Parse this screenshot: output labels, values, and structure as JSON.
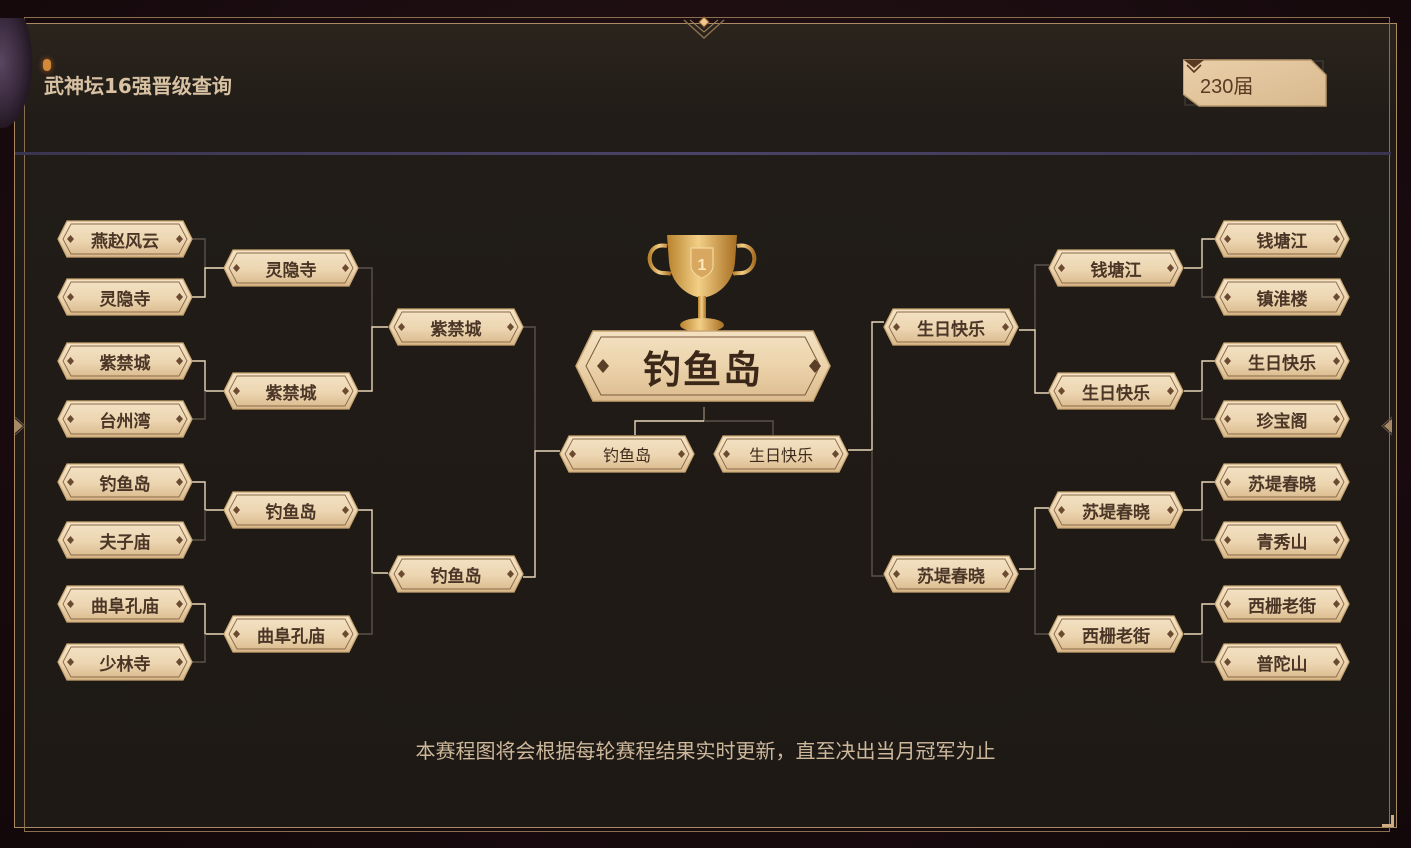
{
  "header": {
    "title": "武神坛16强晋级查询",
    "season_select": {
      "value": "230届",
      "icon": "chevron-down-icon"
    }
  },
  "colors": {
    "winner_line": "#e8d6b8",
    "loser_line": "#5a524a",
    "box_fill": "#efd9b6",
    "box_border": "#b08a5a",
    "text": "#4a3526"
  },
  "bracket": {
    "left": {
      "round16": [
        "燕赵风云",
        "灵隐寺",
        "紫禁城",
        "台州湾",
        "钓鱼岛",
        "夫子庙",
        "曲阜孔庙",
        "少林寺"
      ],
      "quarter": [
        "灵隐寺",
        "紫禁城",
        "钓鱼岛",
        "曲阜孔庙"
      ],
      "semi": [
        "紫禁城",
        "钓鱼岛"
      ],
      "final": "钓鱼岛"
    },
    "right": {
      "round16": [
        "钱塘江",
        "镇淮楼",
        "生日快乐",
        "珍宝阁",
        "苏堤春晓",
        "青秀山",
        "西栅老街",
        "普陀山"
      ],
      "quarter": [
        "钱塘江",
        "生日快乐",
        "苏堤春晓",
        "西栅老街"
      ],
      "semi": [
        "生日快乐",
        "苏堤春晓"
      ],
      "final": "生日快乐"
    },
    "champion": "钓鱼岛",
    "trophy_icon": "trophy-icon",
    "trophy_rank": "1"
  },
  "footer": {
    "note": "本赛程图将会根据每轮赛程结果实时更新，直至决出当月冠军为止"
  }
}
